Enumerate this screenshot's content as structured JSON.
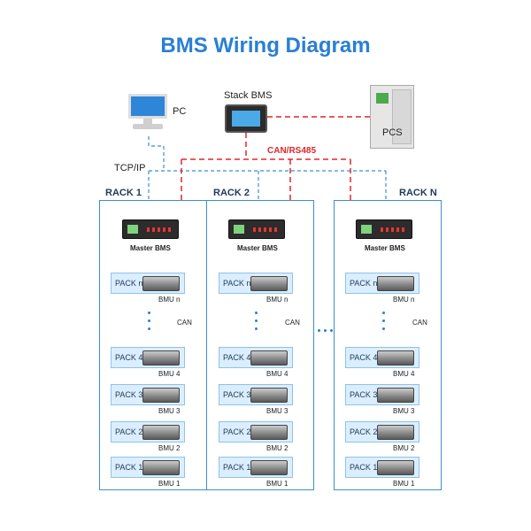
{
  "title": "BMS Wiring Diagram",
  "pc_label": "PC",
  "stack_bms_label": "Stack BMS",
  "pcs_label": "PCS",
  "can_rs485_label": "CAN/RS485",
  "tcpip_label": "TCP/IP",
  "can_label": "CAN",
  "master_bms_label": "Master BMS",
  "colors": {
    "title": "#2a7fd4",
    "rack_border": "#3a8fd0",
    "pack_fill": "#dbeeff",
    "red_dashed": "#e0262b",
    "blue_dashed": "#3a8fd0"
  },
  "icons": [
    "pc-icon",
    "stack-bms-icon",
    "pcs-cabinet-icon",
    "master-bms-icon",
    "battery-pack-icon"
  ],
  "racks": [
    {
      "label": "RACK 1"
    },
    {
      "label": "RACK 2"
    },
    {
      "label": "RACK N"
    }
  ],
  "packs": [
    {
      "pack": "PACK  n",
      "bmu": "BMU  n"
    },
    {
      "pack": "PACK  4",
      "bmu": "BMU  4"
    },
    {
      "pack": "PACK  3",
      "bmu": "BMU  3"
    },
    {
      "pack": "PACK  2",
      "bmu": "BMU  2"
    },
    {
      "pack": "PACK  1",
      "bmu": "BMU  1"
    }
  ]
}
